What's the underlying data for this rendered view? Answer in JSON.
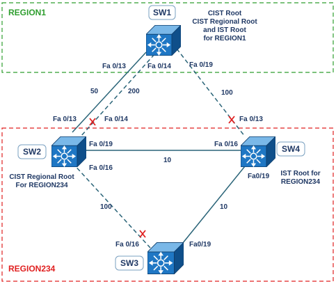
{
  "regions": {
    "region1": {
      "name": "REGION1",
      "color": "#2e9e2e"
    },
    "region234": {
      "name": "REGION234",
      "color": "#e02020"
    }
  },
  "switches": {
    "sw1": {
      "name": "SW1",
      "note": [
        "CIST Root",
        "CIST Regional Root",
        "and IST Root",
        "for REGION1"
      ]
    },
    "sw2": {
      "name": "SW2",
      "note": [
        "CIST Regional Root",
        "For REGION234"
      ]
    },
    "sw3": {
      "name": "SW3"
    },
    "sw4": {
      "name": "SW4",
      "note": [
        "IST Root for",
        "REGION234"
      ]
    }
  },
  "links": {
    "sw1_sw2_a": {
      "cost": "50",
      "port_sw1": "Fa 0/13",
      "port_sw2": "Fa 0/13"
    },
    "sw1_sw2_b": {
      "cost": "200",
      "port_sw1": "Fa 0/14",
      "port_sw2": "Fa 0/14"
    },
    "sw1_sw4": {
      "cost": "100",
      "port_sw1": "Fa 0/19",
      "port_sw4": "Fa 0/13"
    },
    "sw2_sw4": {
      "cost": "10",
      "port_sw2": "Fa 0/19",
      "port_sw4": "Fa 0/16"
    },
    "sw2_sw3": {
      "cost": "100",
      "port_sw2": "Fa 0/16",
      "port_sw3": "Fa 0/16"
    },
    "sw4_sw3": {
      "cost": "10",
      "port_sw4": "Fa0/19",
      "port_sw3": "Fa0/19"
    }
  },
  "colors": {
    "link": "#2a6478",
    "blocked": "#e02020",
    "switch_face": "#1f77c4"
  },
  "icons": {
    "switch": "layer3-switch-icon",
    "blocked": "x-mark-icon"
  }
}
